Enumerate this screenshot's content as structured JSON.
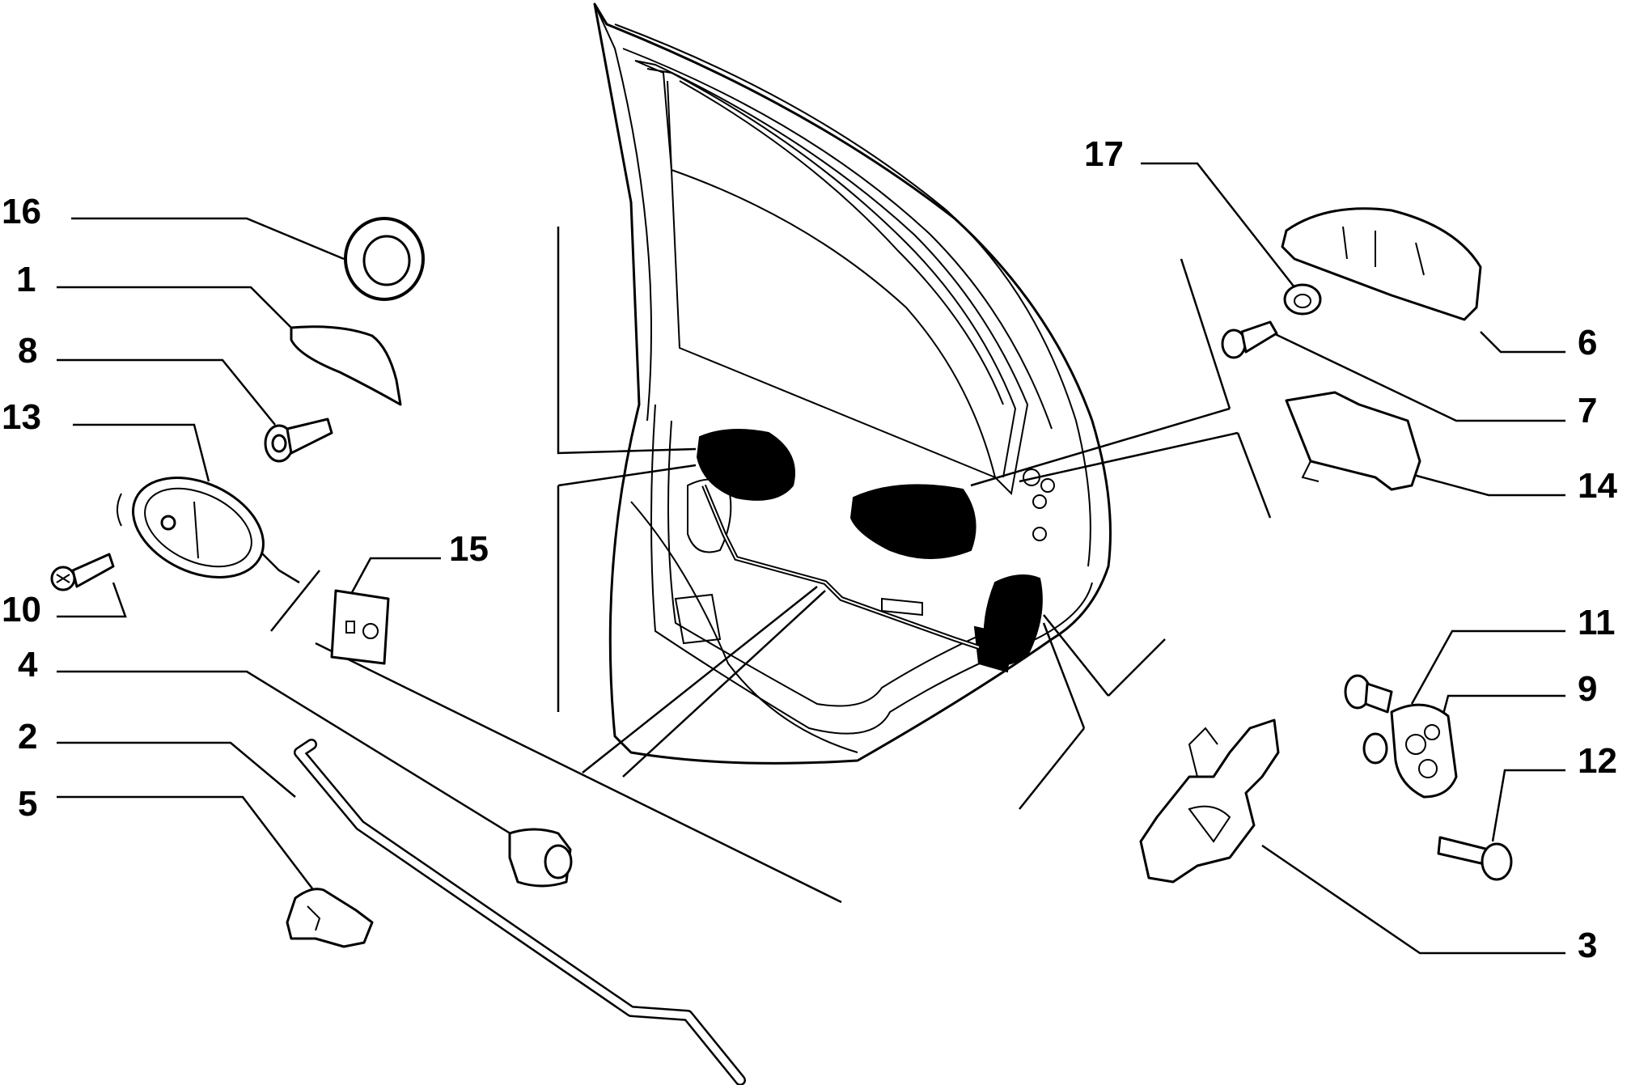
{
  "diagram": {
    "type": "exploded-parts-diagram",
    "callouts": [
      {
        "id": "c16",
        "text": "16"
      },
      {
        "id": "c1",
        "text": "1"
      },
      {
        "id": "c8",
        "text": "8"
      },
      {
        "id": "c13",
        "text": "13"
      },
      {
        "id": "c10",
        "text": "10"
      },
      {
        "id": "c15",
        "text": "15"
      },
      {
        "id": "c4",
        "text": "4"
      },
      {
        "id": "c2",
        "text": "2"
      },
      {
        "id": "c5",
        "text": "5"
      },
      {
        "id": "c17",
        "text": "17"
      },
      {
        "id": "c6",
        "text": "6"
      },
      {
        "id": "c7",
        "text": "7"
      },
      {
        "id": "c14",
        "text": "14"
      },
      {
        "id": "c11",
        "text": "11"
      },
      {
        "id": "c9",
        "text": "9"
      },
      {
        "id": "c12",
        "text": "12"
      },
      {
        "id": "c3",
        "text": "3"
      }
    ]
  }
}
